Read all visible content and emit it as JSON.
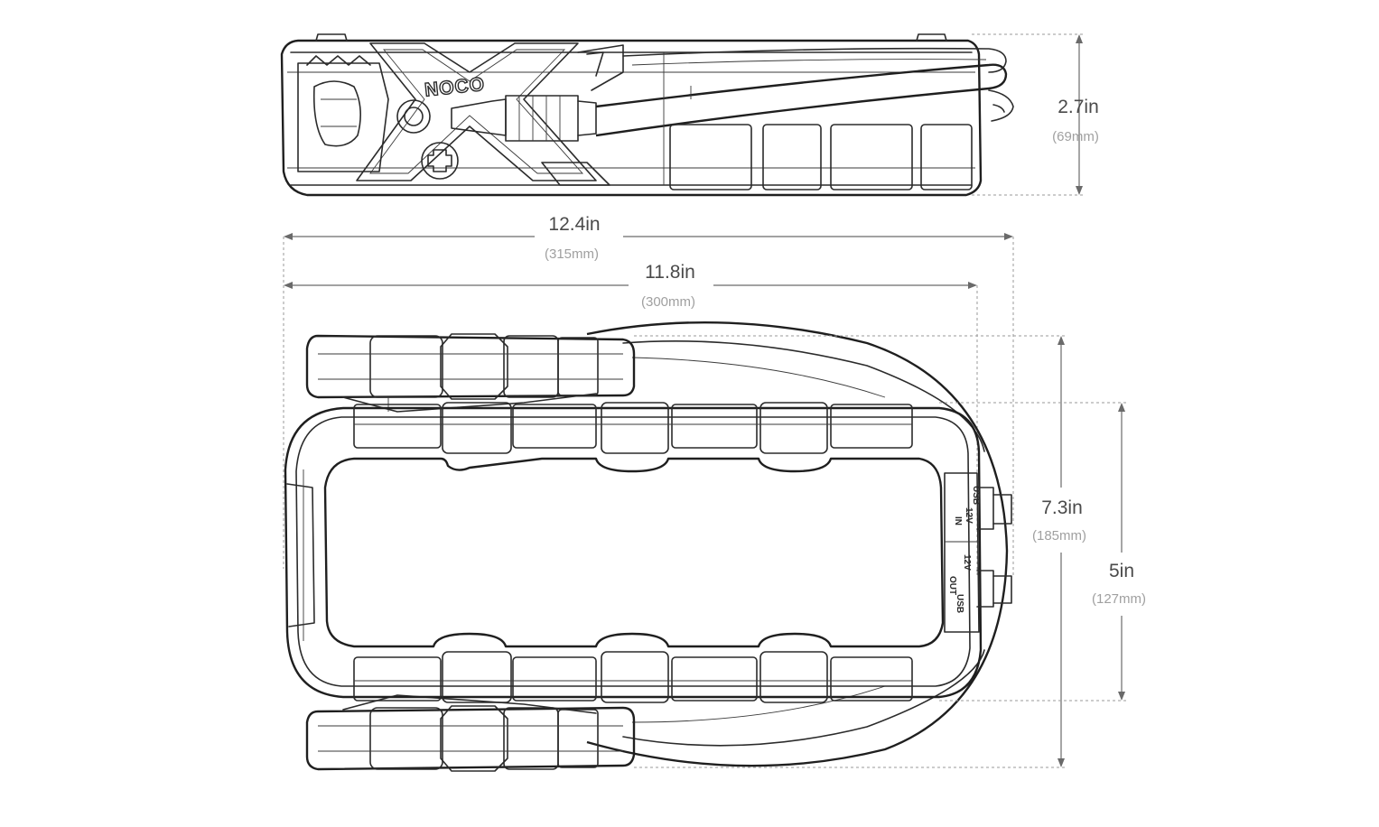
{
  "diagram": {
    "logo_text": "NOCO",
    "dimensions": {
      "height": {
        "value": "2.7in",
        "metric": "(69mm)"
      },
      "overall_length": {
        "value": "12.4in",
        "metric": "(315mm)"
      },
      "body_length": {
        "value": "11.8in",
        "metric": "(300mm)"
      },
      "overall_width": {
        "value": "7.3in",
        "metric": "(185mm)"
      },
      "body_width": {
        "value": "5in",
        "metric": "(127mm)"
      }
    },
    "port_labels": {
      "in": "IN",
      "out": "OUT",
      "in_12v": "12V",
      "in_usb": "USB",
      "out_12v": "12V",
      "out_usb": "USB"
    }
  }
}
